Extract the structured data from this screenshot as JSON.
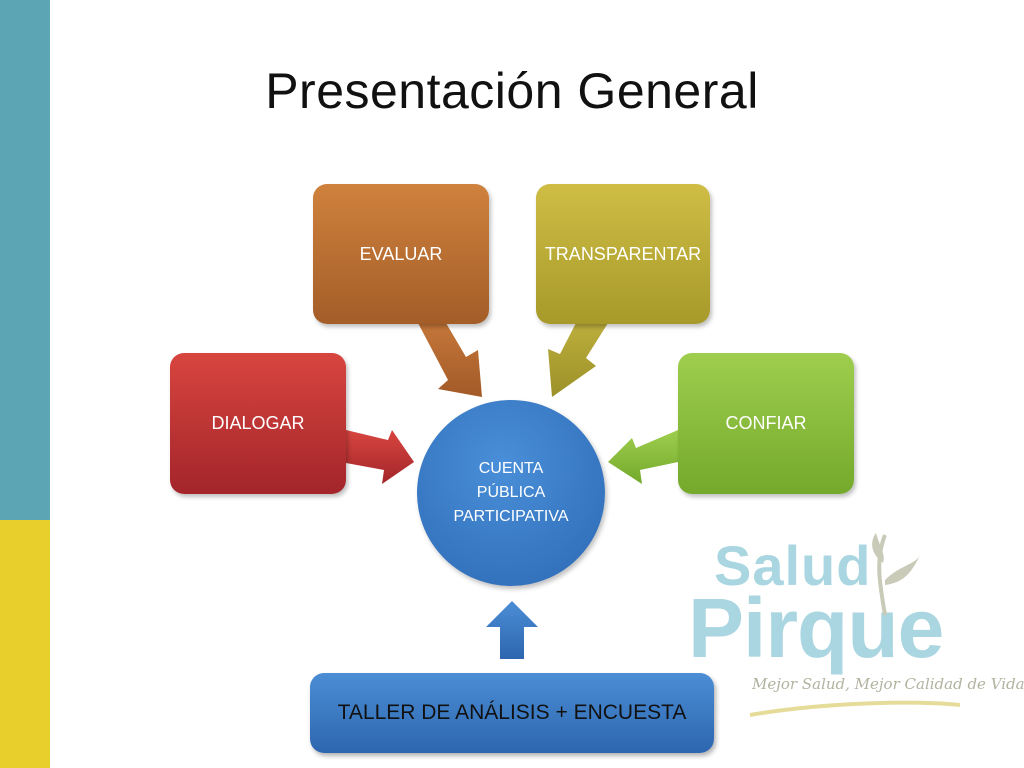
{
  "title": "Presentación General",
  "diagram": {
    "center": {
      "lines": [
        "CUENTA",
        "PÚBLICA",
        "PARTICIPATIVA"
      ],
      "color": "#3577c4"
    },
    "nodes": [
      {
        "label": "EVALUAR",
        "color": "#c0733a"
      },
      {
        "label": "TRANSPARENTAR",
        "color": "#bfae3a"
      },
      {
        "label": "DIALOGAR",
        "color": "#c53634"
      },
      {
        "label": "CONFIAR",
        "color": "#8cc043"
      }
    ],
    "bottom": {
      "label": "TALLER DE ANÁLISIS + ENCUESTA",
      "color": "#3a7bc8"
    }
  },
  "logo": {
    "line1": "Salud",
    "line2": "Pirque",
    "tagline": "Mejor Salud, Mejor Calidad de Vida."
  },
  "colors": {
    "strip_top": "#5ba5b5",
    "strip_bottom": "#e8cf2b"
  }
}
